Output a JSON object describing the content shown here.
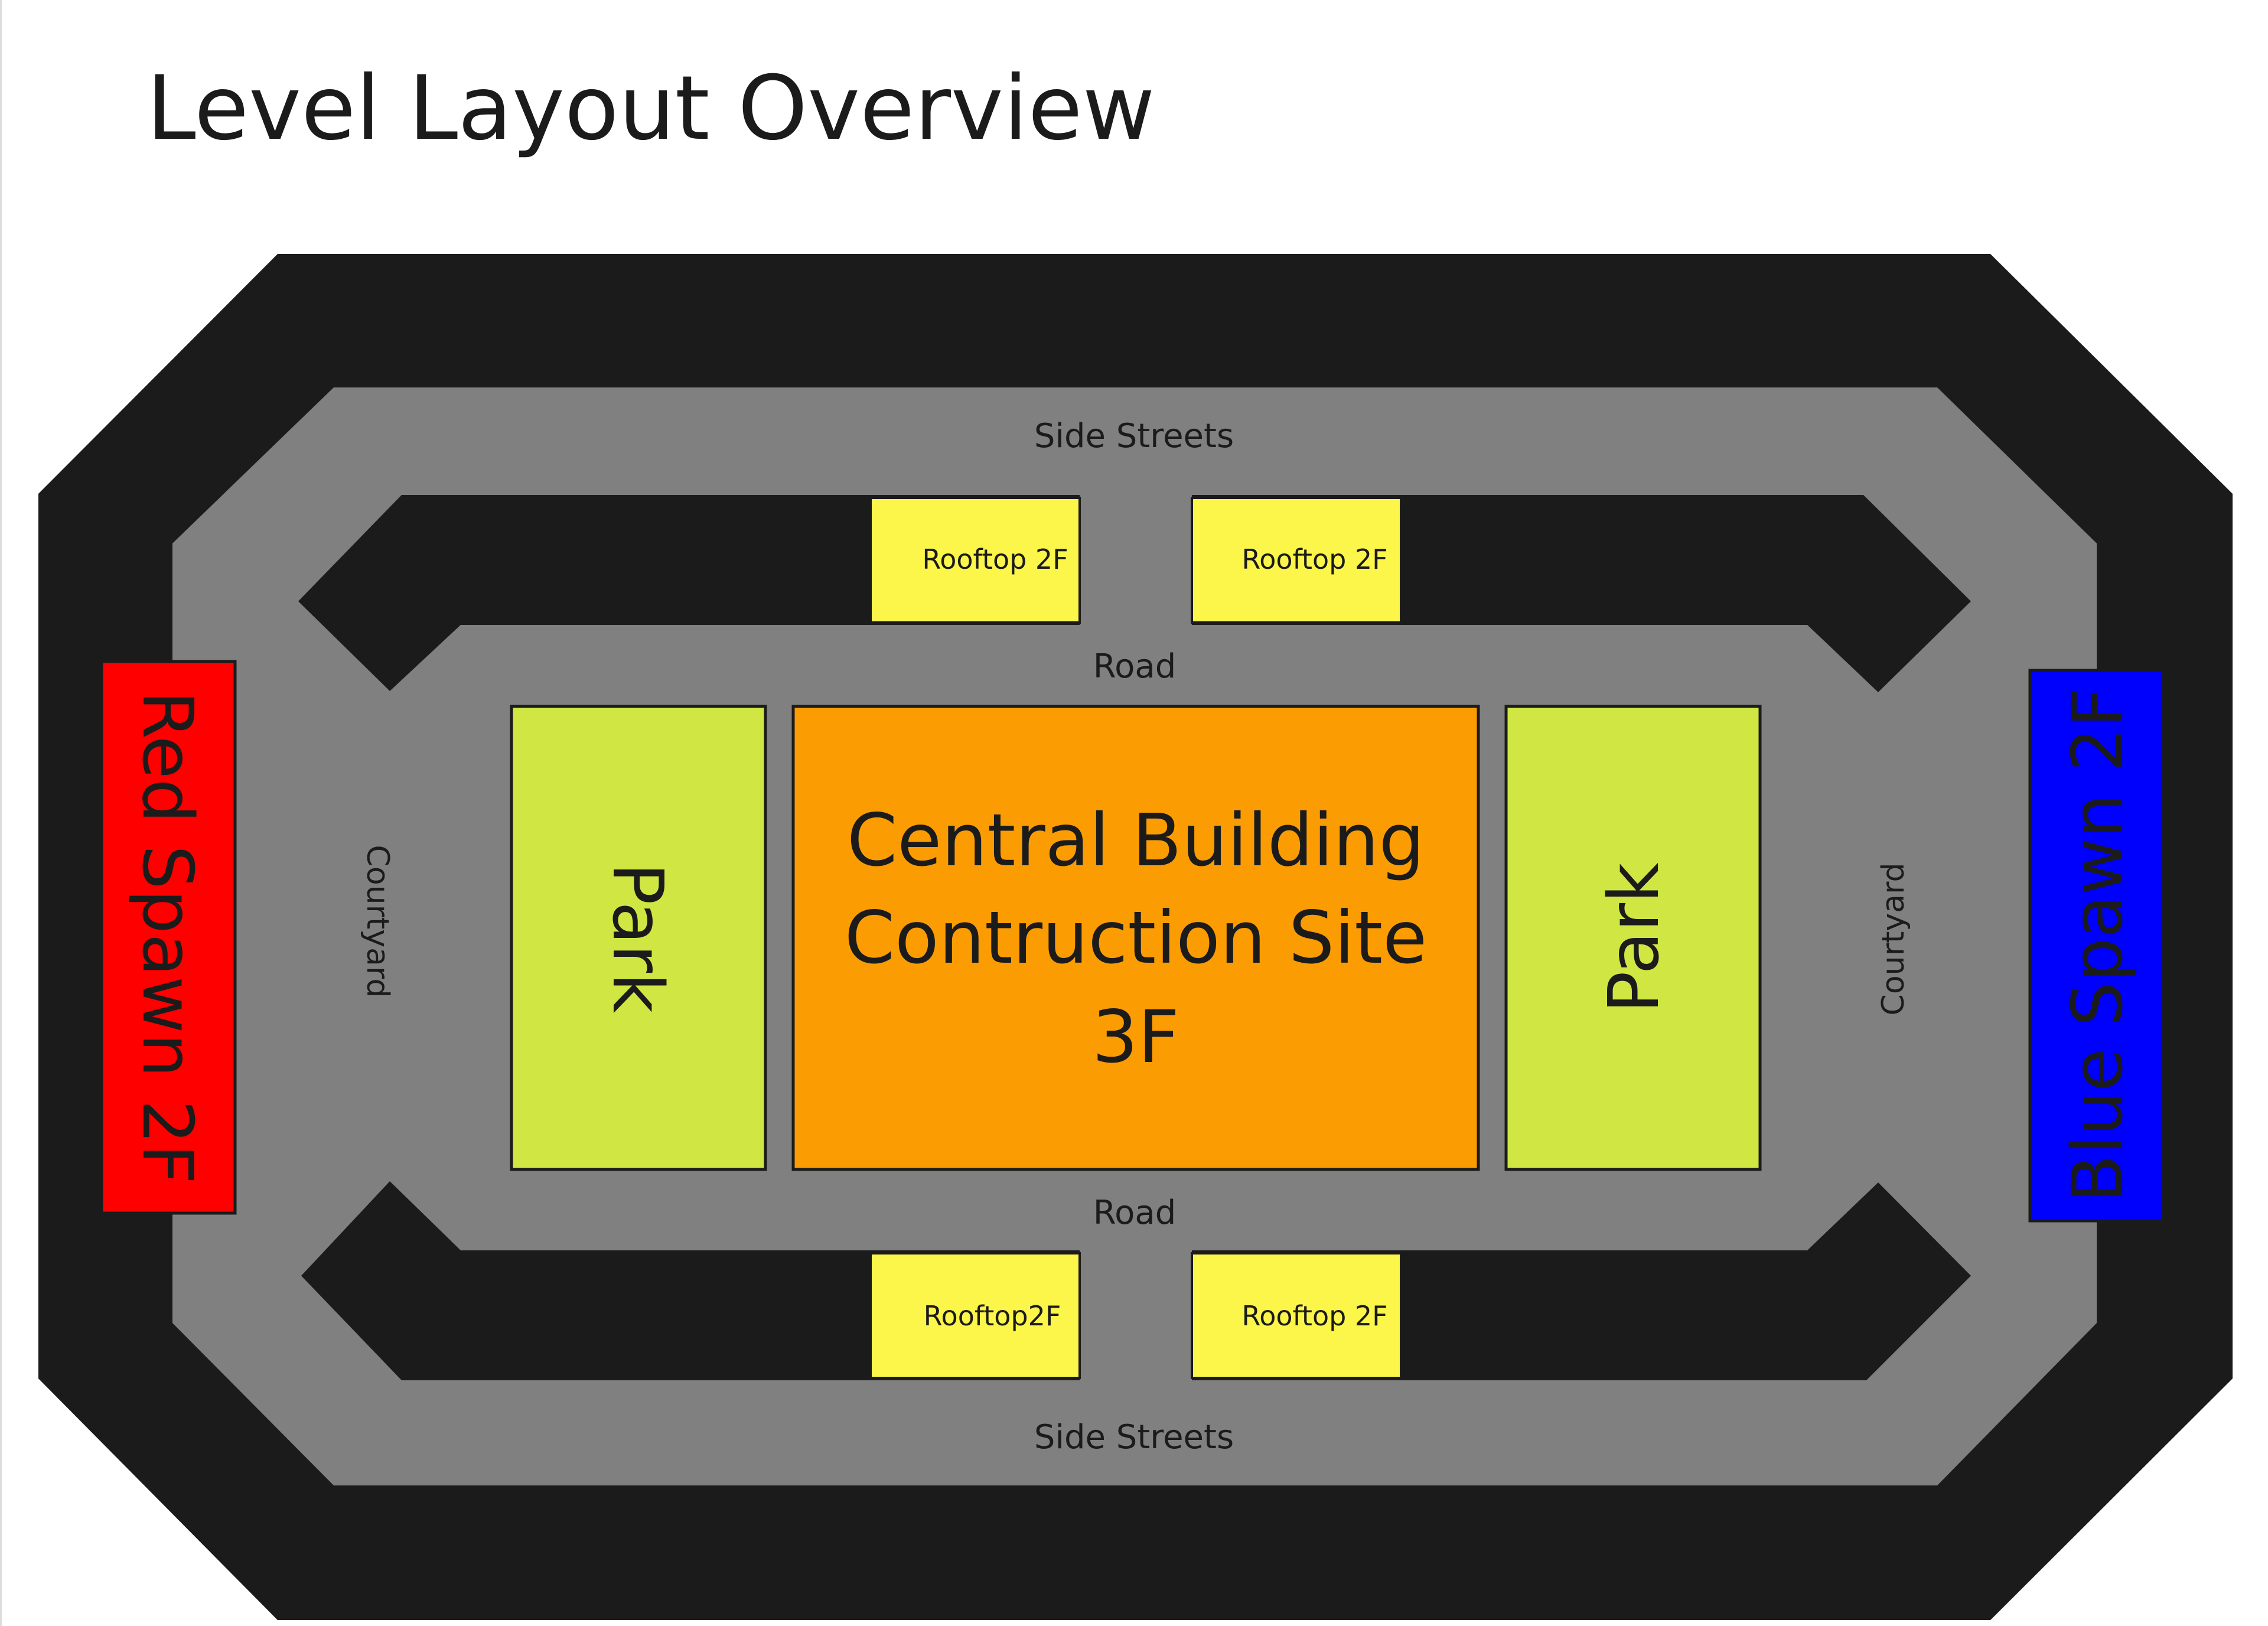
{
  "title": "Level Layout Overview",
  "labels": {
    "side_streets_top": "Side Streets",
    "side_streets_bottom": "Side Streets",
    "road_top": "Road",
    "road_bottom": "Road",
    "courtyard_left": "Courtyard",
    "courtyard_right": "Courtyard",
    "park_left": "Park",
    "park_right": "Park",
    "central_line1": "Central Building",
    "central_line2": "Contruction Site",
    "central_line3": "3F",
    "rooftop_top_left": "Rooftop 2F",
    "rooftop_top_right": "Rooftop 2F",
    "rooftop_bottom_left": "Rooftop2F",
    "rooftop_bottom_right": "Rooftop 2F",
    "red_spawn": "Red Spawn 2F",
    "blue_spawn": "Blue Spawn 2F"
  },
  "colors": {
    "outer_ring": "#1b1b1b",
    "streets": "#808080",
    "building_blocks": "#1b1b1b",
    "rooftop": "#fcf64a",
    "park": "#d0e743",
    "central": "#fb9c03",
    "red_spawn": "#fe0000",
    "blue_spawn": "#0000fd",
    "text": "#1b1b1b"
  }
}
